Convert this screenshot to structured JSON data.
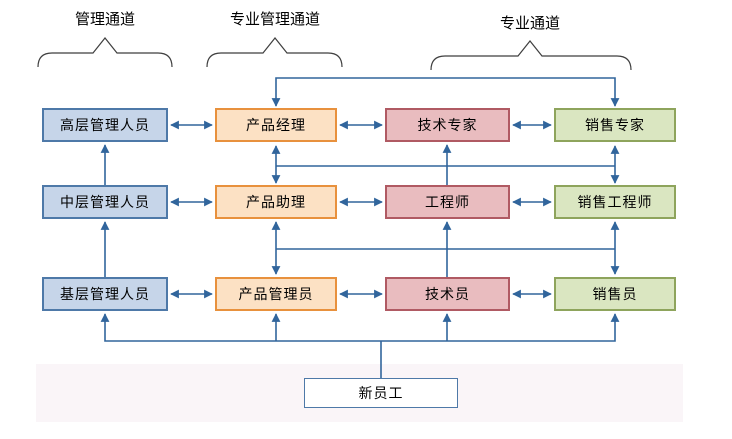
{
  "channels": [
    {
      "label": "管理通道"
    },
    {
      "label": "专业管理通道"
    },
    {
      "label": "专业通道"
    }
  ],
  "boxes": {
    "row1": [
      "高层管理人员",
      "产品经理",
      "技术专家",
      "销售专家"
    ],
    "row2": [
      "中层管理人员",
      "产品助理",
      "工程师",
      "销售工程师"
    ],
    "row3": [
      "基层管理人员",
      "产品管理员",
      "技术员",
      "销售员"
    ],
    "entry": "新员工"
  },
  "colors": {
    "connector": "#31659c",
    "brace": "#3f3f3f",
    "band_fill": "#faf5f8",
    "management_fill": "#c6d5e9",
    "management_border": "#4e79a8",
    "product_fill": "#fce1c4",
    "product_border": "#e8913d",
    "technical_fill": "#e9bcbf",
    "technical_border": "#b05a63",
    "sales_fill": "#dae6c1",
    "sales_border": "#8ea45c",
    "entry_fill": "#ffffff",
    "entry_border": "#4e79a8"
  }
}
